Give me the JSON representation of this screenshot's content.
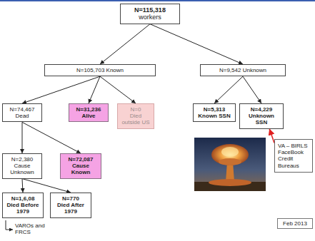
{
  "diagram": {
    "nodes": [
      {
        "text": [
          "N=115,318",
          "workers"
        ]
      },
      {
        "text": [
          "N=105,703 Known"
        ]
      },
      {
        "text": [
          "N=9,542 Unknown"
        ]
      },
      {
        "text": [
          "N=74,467",
          "Dead"
        ]
      },
      {
        "text": [
          "N=31,236",
          "Alive"
        ]
      },
      {
        "text": [
          "N=0",
          "Died outside US"
        ]
      },
      {
        "text": [
          "N=5,313",
          "Known SSN"
        ]
      },
      {
        "text": [
          "N=4,229",
          "Unknown SSN"
        ]
      },
      {
        "text": [
          "N=2,380",
          "Cause Unknown"
        ]
      },
      {
        "text": [
          "N=72,087",
          "Cause Known"
        ]
      },
      {
        "text": [
          "N=1,6,08",
          "Died Before 1979"
        ]
      },
      {
        "text": [
          "N=770",
          "Died After 1979"
        ]
      },
      {
        "text": [
          "VA – BIRLS",
          "FaceBook",
          "Credit Bureaus"
        ]
      },
      {
        "text": [
          "Feb 2013"
        ]
      }
    ],
    "edges": [
      {
        "from": 0,
        "to": 1,
        "arrow": "to"
      },
      {
        "from": 0,
        "to": 2,
        "arrow": "to"
      },
      {
        "from": 1,
        "to": 3,
        "arrow": "to"
      },
      {
        "from": 1,
        "to": 4,
        "arrow": "to"
      },
      {
        "from": 1,
        "to": 5,
        "arrow": "to"
      },
      {
        "from": 2,
        "to": 6,
        "arrow": "to"
      },
      {
        "from": 2,
        "to": 7,
        "arrow": "to"
      },
      {
        "from": 3,
        "to": 8,
        "arrow": "to"
      },
      {
        "from": 3,
        "to": 9,
        "arrow": "to"
      },
      {
        "from": 8,
        "to": 10,
        "arrow": "to"
      },
      {
        "from": 8,
        "to": 11,
        "arrow": "to"
      },
      {
        "from": 12,
        "to": 7,
        "arrow": "to"
      }
    ],
    "labels": [
      "VAROs and FRCS"
    ]
  }
}
